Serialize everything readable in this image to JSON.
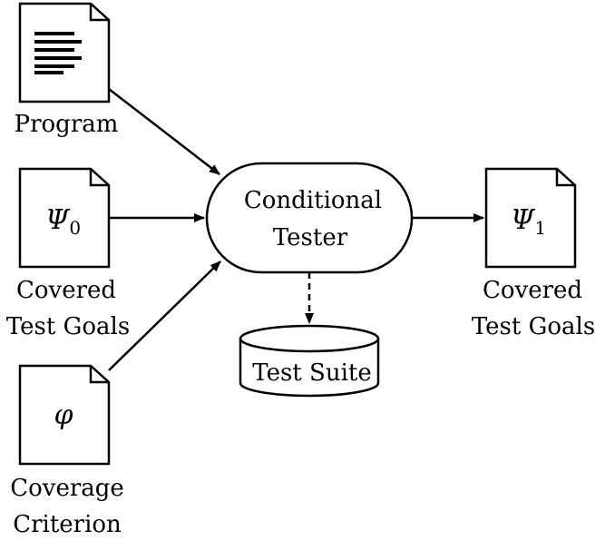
{
  "nodes": {
    "program": {
      "label": "Program"
    },
    "covered_input": {
      "symbol": "Ψ",
      "subscript": "0",
      "label_line1": "Covered",
      "label_line2": "Test Goals"
    },
    "criterion": {
      "symbol": "φ",
      "label_line1": "Coverage",
      "label_line2": "Criterion"
    },
    "tester": {
      "label_line1": "Conditional",
      "label_line2": "Tester"
    },
    "covered_output": {
      "symbol": "Ψ",
      "subscript": "1",
      "label_line1": "Covered",
      "label_line2": "Test Goals"
    },
    "test_suite": {
      "label": "Test Suite"
    }
  }
}
